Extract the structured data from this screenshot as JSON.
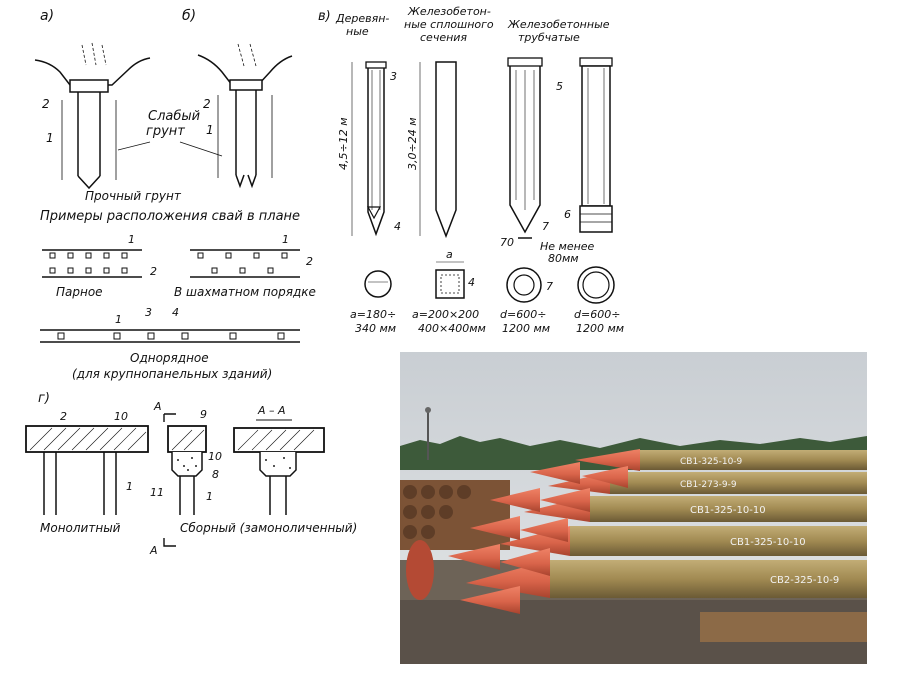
{
  "panel_a": {
    "letter": "а)"
  },
  "panel_b": {
    "letter": "б)"
  },
  "panel_v": {
    "letter": "в)"
  },
  "panel_g": {
    "letter": "г)"
  },
  "soil": {
    "weak": "Слабый",
    "weak2": "грунт",
    "strong": "Прочный грунт"
  },
  "plan": {
    "title": "Примеры расположения свай в плане",
    "paired": "Парное",
    "staggered": "В шахматном порядке",
    "single_row": "Однорядное",
    "single_row_note": "(для крупнопанельных зданий)"
  },
  "piles": {
    "wood_1": "Деревян-",
    "wood_2": "ные",
    "rc_solid_1": "Железобетон-",
    "rc_solid_2": "ные сплошного",
    "rc_solid_3": "сечения",
    "rc_tube_1": "Железобетонные",
    "rc_tube_2": "трубчатые",
    "len_wood": "4,5÷12 м",
    "len_rc": "3,0÷24 м",
    "min_1": "Не менее",
    "min_2": "80мм",
    "dim_70": "70",
    "dim_a": "a",
    "sec_wood_1": "a=180÷",
    "sec_wood_2": "340 мм",
    "sec_rc_1": "a=200×200",
    "sec_rc_2": "400×400мм",
    "sec_tube1_1": "d=600÷",
    "sec_tube1_2": "1200 мм",
    "sec_tube2_1": "d=600÷",
    "sec_tube2_2": "1200 мм"
  },
  "grillage": {
    "monolithic": "Монолитный",
    "precast": "Сборный (замоноличенный)",
    "section": "А – А",
    "mark_a": "А"
  },
  "numbers": {
    "n1": "1",
    "n2": "2",
    "n3": "3",
    "n4": "4",
    "n5": "5",
    "n6": "6",
    "n7": "7",
    "n8": "8",
    "n9": "9",
    "n10": "10",
    "n11": "11"
  },
  "photo": {
    "marks": [
      "СВ1-325-10-9",
      "СВ1-273-9-9",
      "СВ1-325-10-10",
      "СВ1-325-10-10",
      "СВ2-325-10-9"
    ],
    "colors": {
      "tip": "#d9644a",
      "tip_dark": "#b9472f",
      "shaft": "#a8915a",
      "sky": "#d4d8dc",
      "trees": "#3d5a3a",
      "ground": "#6d6357"
    }
  }
}
